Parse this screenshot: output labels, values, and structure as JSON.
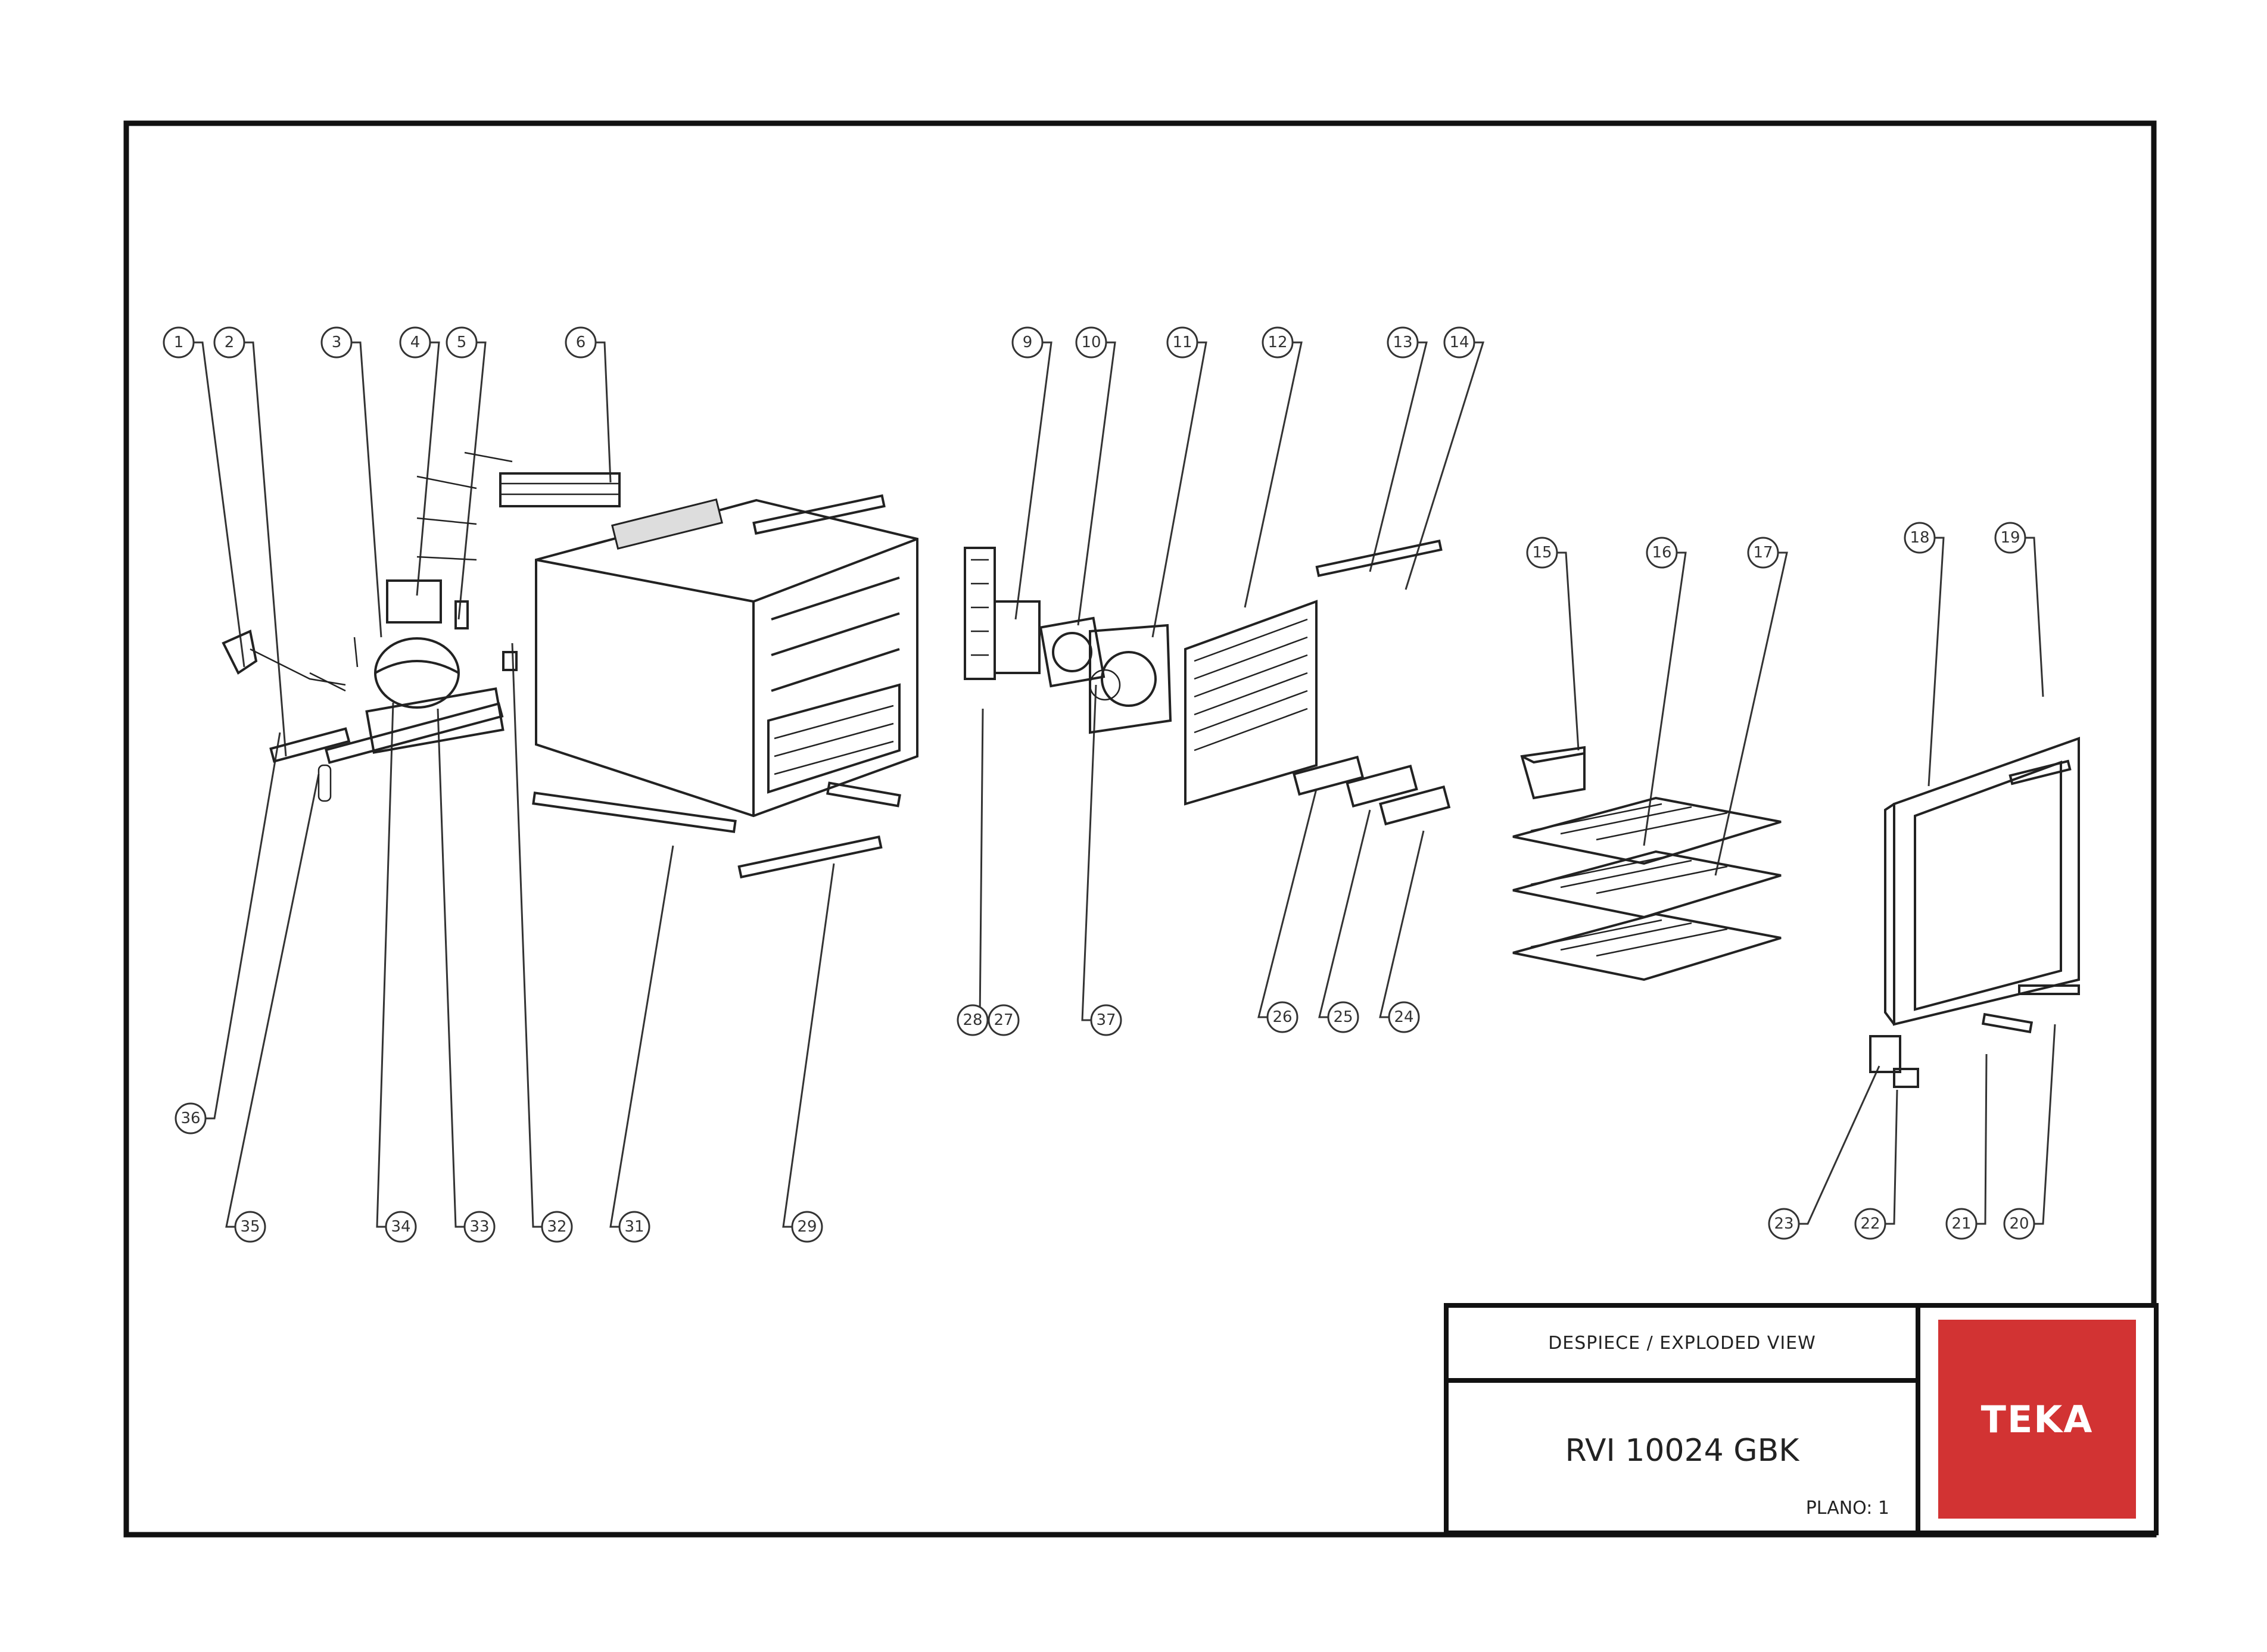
{
  "title_block": {
    "heading": "DESPIECE / EXPLODED VIEW",
    "model": "RVI 10024 GBK",
    "sheet": "PLANO: 1"
  },
  "logo": {
    "text": "TEKA",
    "color": "#D23333"
  },
  "callouts": [
    "1",
    "2",
    "3",
    "4",
    "5",
    "6",
    "9",
    "10",
    "11",
    "12",
    "13",
    "14",
    "15",
    "16",
    "17",
    "18",
    "19",
    "20",
    "21",
    "22",
    "23",
    "24",
    "25",
    "26",
    "27",
    "28",
    "29",
    "31",
    "32",
    "33",
    "34",
    "35",
    "36",
    "37"
  ]
}
